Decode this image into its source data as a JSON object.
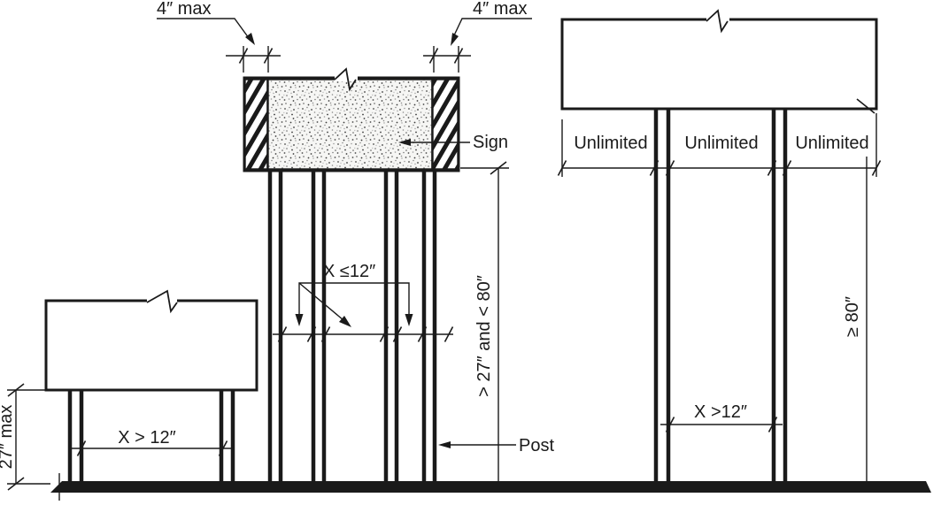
{
  "colors": {
    "ink": "#1a1a1a",
    "paper": "#ffffff",
    "stipple_bg": "#f6f6f4"
  },
  "low_sign": {
    "height": "27″ max",
    "post_spacing": "X > 12″"
  },
  "mid_sign": {
    "overhang_left": "4″ max",
    "overhang_right": "4″ max",
    "sign_callout": "Sign",
    "post_callout": "Post",
    "height": "> 27″ and < 80″",
    "post_spacing": "X ≤12″"
  },
  "high_sign": {
    "clearances": [
      "Unlimited",
      "Unlimited",
      "Unlimited"
    ],
    "height": "≥ 80″",
    "post_spacing": "X >12″"
  }
}
